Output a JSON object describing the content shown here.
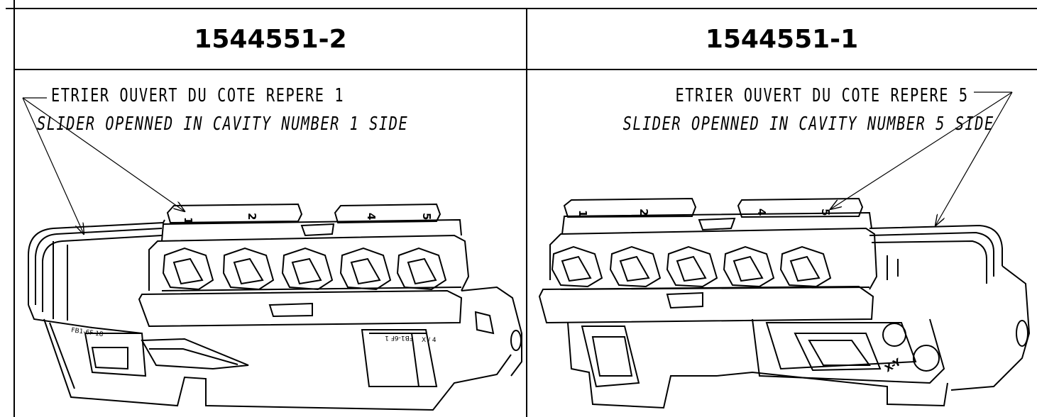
{
  "left_panel": {
    "part_number": "1544551-2",
    "note_fr": "ETRIER OUVERT DU COTE REPERE 1",
    "note_en": "SLIDER OPENNED IN CAVITY NUMBER 1 SIDE",
    "cavity_labels": [
      "1",
      "2",
      "4",
      "5"
    ],
    "housing_marks": [
      "FB1-6F 18",
      "FB1-6F 1",
      "X / 4"
    ]
  },
  "right_panel": {
    "part_number": "1544551-1",
    "note_fr": "ETRIER OUVERT DU COTE REPERE 5",
    "note_en": "SLIDER OPENNED IN CAVITY NUMBER 5 SIDE",
    "cavity_labels": [
      "1",
      "2",
      "4",
      "5"
    ],
    "housing_marks": [
      "X-Y"
    ]
  },
  "colors": {
    "line": "#000000",
    "background": "#ffffff"
  }
}
